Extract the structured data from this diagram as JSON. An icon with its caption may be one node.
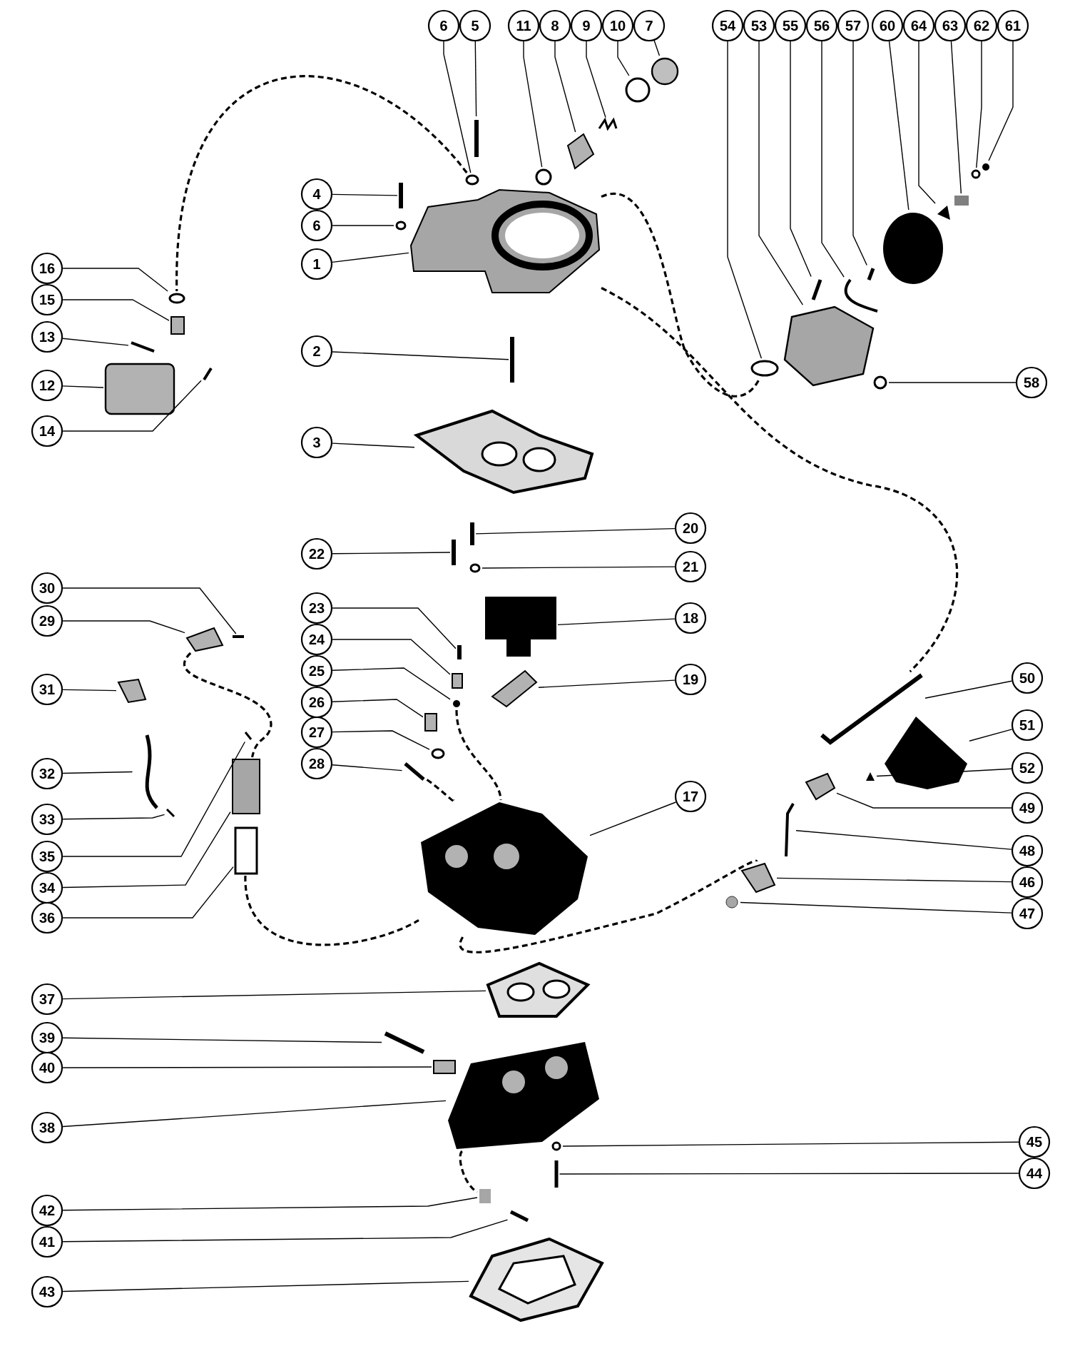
{
  "diagram": {
    "nodes": [
      {
        "text": [
          "6"
        ]
      },
      {
        "text": [
          "5"
        ]
      },
      {
        "text": [
          "11"
        ]
      },
      {
        "text": [
          "8"
        ]
      },
      {
        "text": [
          "9"
        ]
      },
      {
        "text": [
          "10"
        ]
      },
      {
        "text": [
          "7"
        ]
      },
      {
        "text": [
          "54"
        ]
      },
      {
        "text": [
          "53"
        ]
      },
      {
        "text": [
          "55"
        ]
      },
      {
        "text": [
          "56"
        ]
      },
      {
        "text": [
          "57"
        ]
      },
      {
        "text": [
          "60"
        ]
      },
      {
        "text": [
          "64"
        ]
      },
      {
        "text": [
          "63"
        ]
      },
      {
        "text": [
          "62"
        ]
      },
      {
        "text": [
          "61"
        ]
      },
      {
        "text": [
          "4"
        ]
      },
      {
        "text": [
          "6"
        ]
      },
      {
        "text": [
          "1"
        ]
      },
      {
        "text": [
          "16"
        ]
      },
      {
        "text": [
          "15"
        ]
      },
      {
        "text": [
          "13"
        ]
      },
      {
        "text": [
          "2"
        ]
      },
      {
        "text": [
          "12"
        ]
      },
      {
        "text": [
          "58"
        ]
      },
      {
        "text": [
          "14"
        ]
      },
      {
        "text": [
          "3"
        ]
      },
      {
        "text": [
          "20"
        ]
      },
      {
        "text": [
          "22"
        ]
      },
      {
        "text": [
          "21"
        ]
      },
      {
        "text": [
          "30"
        ]
      },
      {
        "text": [
          "23"
        ]
      },
      {
        "text": [
          "29"
        ]
      },
      {
        "text": [
          "18"
        ]
      },
      {
        "text": [
          "24"
        ]
      },
      {
        "text": [
          "25"
        ]
      },
      {
        "text": [
          "19"
        ]
      },
      {
        "text": [
          "31"
        ]
      },
      {
        "text": [
          "26"
        ]
      },
      {
        "text": [
          "27"
        ]
      },
      {
        "text": [
          "28"
        ]
      },
      {
        "text": [
          "32"
        ]
      },
      {
        "text": [
          "17"
        ]
      },
      {
        "text": [
          "33"
        ]
      },
      {
        "text": [
          "35"
        ]
      },
      {
        "text": [
          "34"
        ]
      },
      {
        "text": [
          "36"
        ]
      },
      {
        "text": [
          "50"
        ]
      },
      {
        "text": [
          "51"
        ]
      },
      {
        "text": [
          "52"
        ]
      },
      {
        "text": [
          "49"
        ]
      },
      {
        "text": [
          "48"
        ]
      },
      {
        "text": [
          "46"
        ]
      },
      {
        "text": [
          "47"
        ]
      },
      {
        "text": [
          "37"
        ]
      },
      {
        "text": [
          "39"
        ]
      },
      {
        "text": [
          "40"
        ]
      },
      {
        "text": [
          "38"
        ]
      },
      {
        "text": [
          "45"
        ]
      },
      {
        "text": [
          "44"
        ]
      },
      {
        "text": [
          "42"
        ]
      },
      {
        "text": [
          "41"
        ]
      },
      {
        "text": [
          "43"
        ]
      },
      {
        "text": [],
        "shape": "circle"
      },
      {
        "text": [],
        "shape": "picture"
      },
      {
        "text": [],
        "shape": "circle"
      },
      {
        "text": [],
        "shape": "picture"
      },
      {
        "text": [],
        "shape": "picture"
      },
      {
        "text": [],
        "shape": "circle"
      },
      {
        "text": [],
        "shape": "circle"
      },
      {
        "text": [],
        "shape": "circle"
      },
      {
        "text": [],
        "shape": "picture"
      },
      {
        "text": [],
        "shape": "picture"
      },
      {
        "text": [],
        "shape": "picture"
      },
      {
        "text": [],
        "shape": "picture"
      },
      {
        "text": [],
        "shape": "circle"
      },
      {
        "text": [],
        "shape": "picture"
      },
      {
        "text": [],
        "shape": "box"
      },
      {
        "text": [],
        "shape": "circle"
      },
      {
        "text": [],
        "shape": "circle"
      },
      {
        "text": [],
        "shape": "picture"
      },
      {
        "text": [],
        "shape": "circle"
      },
      {
        "text": [],
        "shape": "picture"
      },
      {
        "text": [],
        "shape": "circle"
      },
      {
        "text": [],
        "shape": "box"
      },
      {
        "text": [],
        "shape": "picture"
      },
      {
        "text": [],
        "shape": "picture"
      },
      {
        "text": [],
        "shape": "box"
      },
      {
        "text": [],
        "shape": "circle"
      },
      {
        "text": [],
        "shape": "picture"
      },
      {
        "text": [],
        "shape": "picture"
      },
      {
        "text": [],
        "shape": "picture"
      },
      {
        "text": [],
        "shape": "picture"
      },
      {
        "text": [],
        "shape": "circle"
      },
      {
        "text": [],
        "shape": "picture"
      },
      {
        "text": [],
        "shape": "picture"
      },
      {
        "text": [],
        "shape": "picture"
      },
      {
        "text": [],
        "shape": "picture"
      },
      {
        "text": [],
        "shape": "box"
      },
      {
        "text": [],
        "shape": "circle"
      },
      {
        "text": [],
        "shape": "picture"
      },
      {
        "text": [],
        "shape": "picture"
      },
      {
        "text": [],
        "shape": "box"
      },
      {
        "text": [],
        "shape": "circle"
      },
      {
        "text": [],
        "shape": "picture"
      },
      {
        "text": [],
        "shape": "picture"
      },
      {
        "text": [],
        "shape": "picture"
      },
      {
        "text": [],
        "shape": "picture"
      },
      {
        "text": [],
        "shape": "picture"
      },
      {
        "text": [],
        "shape": "box"
      },
      {
        "text": [],
        "shape": "box"
      },
      {
        "text": [],
        "shape": "picture"
      },
      {
        "text": [],
        "shape": "picture"
      },
      {
        "text": [],
        "shape": "picture"
      },
      {
        "text": [],
        "shape": "picture"
      },
      {
        "text": [],
        "shape": "picture"
      },
      {
        "text": [],
        "shape": "picture"
      },
      {
        "text": [],
        "shape": "circle"
      },
      {
        "text": [],
        "shape": "picture"
      },
      {
        "text": [],
        "shape": "picture"
      },
      {
        "text": [],
        "shape": "box"
      },
      {
        "text": [],
        "shape": "picture"
      },
      {
        "text": [],
        "shape": "circle"
      },
      {
        "text": [],
        "shape": "picture"
      },
      {
        "text": [],
        "shape": "box"
      },
      {
        "text": [],
        "shape": "picture"
      },
      {
        "text": [],
        "shape": "picture"
      }
    ],
    "edges": [
      {
        "from": 0,
        "to": 64,
        "arrow": "none"
      },
      {
        "from": 1,
        "to": 65,
        "arrow": "none"
      },
      {
        "from": 2,
        "to": 66,
        "arrow": "none"
      },
      {
        "from": 3,
        "to": 67,
        "arrow": "none"
      },
      {
        "from": 4,
        "to": 68,
        "arrow": "none"
      },
      {
        "from": 5,
        "to": 69,
        "arrow": "none"
      },
      {
        "from": 6,
        "to": 70,
        "arrow": "none"
      },
      {
        "from": 7,
        "to": 71,
        "arrow": "none"
      },
      {
        "from": 8,
        "to": 72,
        "arrow": "none"
      },
      {
        "from": 9,
        "to": 73,
        "arrow": "none"
      },
      {
        "from": 10,
        "to": 74,
        "arrow": "none"
      },
      {
        "from": 11,
        "to": 75,
        "arrow": "none"
      },
      {
        "from": 12,
        "to": 76,
        "arrow": "none"
      },
      {
        "from": 13,
        "to": 77,
        "arrow": "none"
      },
      {
        "from": 14,
        "to": 78,
        "arrow": "none"
      },
      {
        "from": 15,
        "to": 79,
        "arrow": "none"
      },
      {
        "from": 16,
        "to": 80,
        "arrow": "none"
      },
      {
        "from": 17,
        "to": 81,
        "arrow": "none"
      },
      {
        "from": 18,
        "to": 82,
        "arrow": "none"
      },
      {
        "from": 19,
        "to": 83,
        "arrow": "none"
      },
      {
        "from": 20,
        "to": 84,
        "arrow": "none"
      },
      {
        "from": 21,
        "to": 85,
        "arrow": "none"
      },
      {
        "from": 22,
        "to": 86,
        "arrow": "none"
      },
      {
        "from": 23,
        "to": 87,
        "arrow": "none"
      },
      {
        "from": 24,
        "to": 88,
        "arrow": "none"
      },
      {
        "from": 25,
        "to": 89,
        "arrow": "none"
      },
      {
        "from": 26,
        "to": 90,
        "arrow": "none"
      },
      {
        "from": 27,
        "to": 91,
        "arrow": "none"
      },
      {
        "from": 28,
        "to": 92,
        "arrow": "none"
      },
      {
        "from": 29,
        "to": 93,
        "arrow": "none"
      },
      {
        "from": 30,
        "to": 94,
        "arrow": "none"
      },
      {
        "from": 31,
        "to": 95,
        "arrow": "none"
      },
      {
        "from": 32,
        "to": 96,
        "arrow": "none"
      },
      {
        "from": 33,
        "to": 97,
        "arrow": "none"
      },
      {
        "from": 34,
        "to": 98,
        "arrow": "none"
      },
      {
        "from": 35,
        "to": 99,
        "arrow": "none"
      },
      {
        "from": 36,
        "to": 100,
        "arrow": "none"
      },
      {
        "from": 37,
        "to": 101,
        "arrow": "none"
      },
      {
        "from": 38,
        "to": 102,
        "arrow": "none"
      },
      {
        "from": 39,
        "to": 103,
        "arrow": "none"
      },
      {
        "from": 40,
        "to": 104,
        "arrow": "none"
      },
      {
        "from": 41,
        "to": 105,
        "arrow": "none"
      },
      {
        "from": 42,
        "to": 106,
        "arrow": "none"
      },
      {
        "from": 43,
        "to": 107,
        "arrow": "none"
      },
      {
        "from": 44,
        "to": 108,
        "arrow": "none"
      },
      {
        "from": 45,
        "to": 109,
        "arrow": "none"
      },
      {
        "from": 46,
        "to": 110,
        "arrow": "none"
      },
      {
        "from": 47,
        "to": 111,
        "arrow": "none"
      },
      {
        "from": 48,
        "to": 112,
        "arrow": "none"
      },
      {
        "from": 49,
        "to": 113,
        "arrow": "none"
      },
      {
        "from": 50,
        "to": 114,
        "arrow": "none"
      },
      {
        "from": 51,
        "to": 115,
        "arrow": "none"
      },
      {
        "from": 52,
        "to": 116,
        "arrow": "none"
      },
      {
        "from": 53,
        "to": 117,
        "arrow": "none"
      },
      {
        "from": 54,
        "to": 118,
        "arrow": "none"
      },
      {
        "from": 55,
        "to": 119,
        "arrow": "none"
      },
      {
        "from": 56,
        "to": 120,
        "arrow": "none"
      },
      {
        "from": 57,
        "to": 121,
        "arrow": "none"
      },
      {
        "from": 58,
        "to": 122,
        "arrow": "none"
      },
      {
        "from": 59,
        "to": 123,
        "arrow": "none"
      },
      {
        "from": 60,
        "to": 124,
        "arrow": "none"
      },
      {
        "from": 61,
        "to": 125,
        "arrow": "none"
      },
      {
        "from": 62,
        "to": 126,
        "arrow": "none"
      },
      {
        "from": 63,
        "to": 127,
        "arrow": "none"
      },
      {
        "from": 64,
        "to": 84,
        "arrow": "none",
        "style": "dashed"
      },
      {
        "from": 83,
        "to": 71,
        "arrow": "none",
        "style": "dashed"
      },
      {
        "from": 83,
        "to": 112,
        "arrow": "none",
        "style": "dashed"
      },
      {
        "from": 100,
        "to": 107,
        "arrow": "none",
        "style": "dashed"
      },
      {
        "from": 105,
        "to": 107,
        "arrow": "none",
        "style": "dashed"
      },
      {
        "from": 97,
        "to": 110,
        "arrow": "none",
        "style": "dashed"
      },
      {
        "from": 111,
        "to": 107,
        "arrow": "none",
        "style": "dashed"
      },
      {
        "from": 107,
        "to": 117,
        "arrow": "none",
        "style": "dashed"
      },
      {
        "from": 122,
        "to": 125,
        "arrow": "none",
        "style": "dashed"
      }
    ]
  }
}
